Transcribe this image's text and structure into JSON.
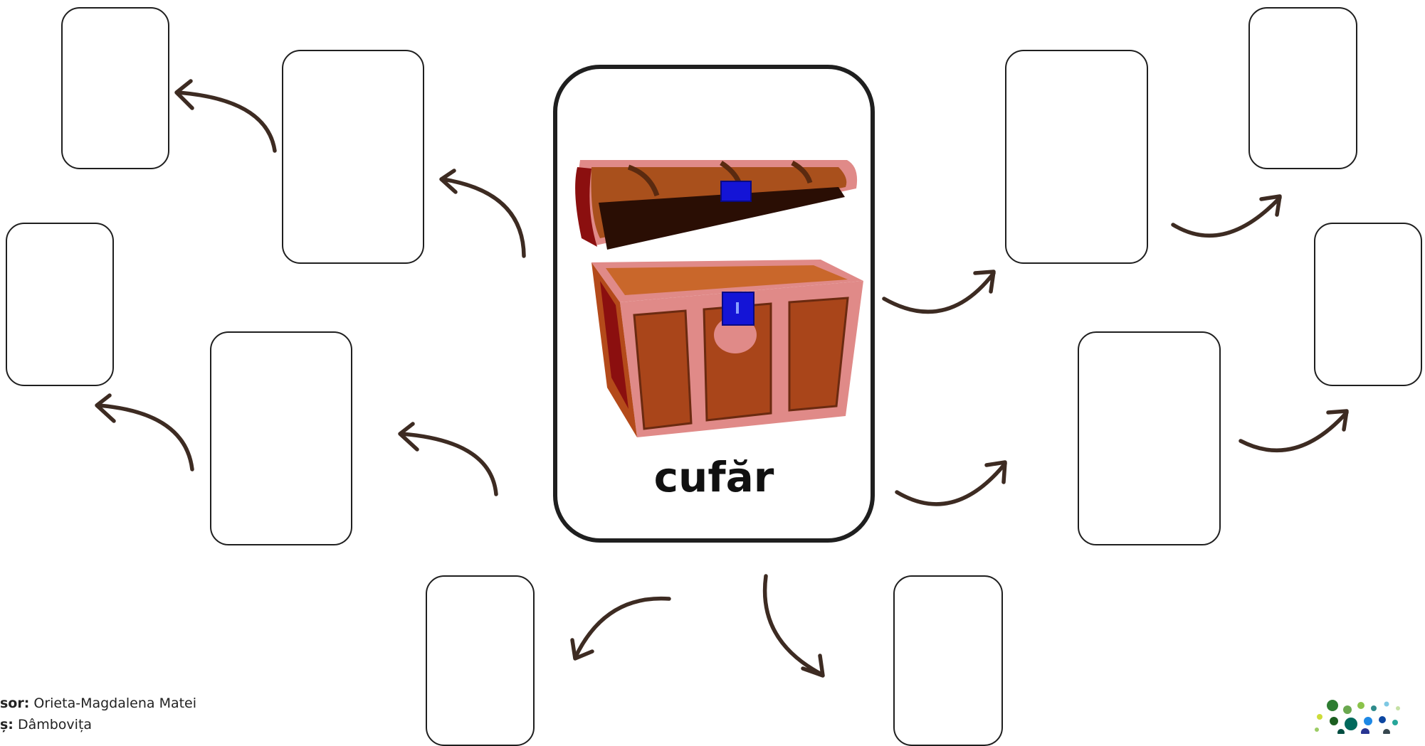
{
  "center": {
    "word": "cufăr",
    "image": "treasure-chest-illustration"
  },
  "footer": {
    "author_label": "sor:",
    "author_name": "Orieta-Magdalena Matei",
    "location_label": "ș:",
    "location_name": "Dâmbovița"
  },
  "colors": {
    "card_border": "#1f1f1f",
    "arrow": "#3d2b22",
    "chest_wood": "#b0541e",
    "chest_trim": "#e08a88",
    "chest_lock": "#1414d6"
  },
  "icons": [
    "curved-arrow-icon",
    "treasure-chest-illustration",
    "dots-logo-icon"
  ]
}
